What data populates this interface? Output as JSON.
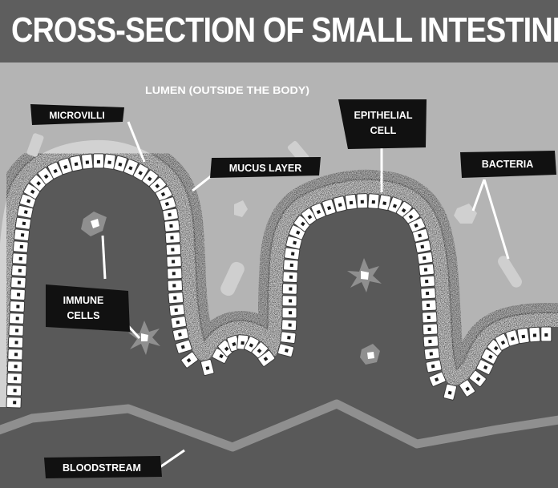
{
  "title": "CROSS-SECTION OF SMALL INTESTINE",
  "labels": {
    "lumen": "LUMEN  (OUTSIDE THE BODY)",
    "microvilli": "MICROVILLI",
    "mucus_layer": "MUCUS LAYER",
    "epithelial_cell_line1": "EPITHELIAL",
    "epithelial_cell_line2": "CELL",
    "bacteria": "BACTERIA",
    "immune_cells_line1": "IMMUNE",
    "immune_cells_line2": "CELLS",
    "bloodstream": "BLOODSTREAM"
  },
  "colors": {
    "header_bg": "#5e5e5e",
    "lumen_bg": "#b4b4b4",
    "tissue": "#595959",
    "bloodstream": "#8f8f8f",
    "label_bg": "#111111",
    "cell": "#ffffff"
  }
}
